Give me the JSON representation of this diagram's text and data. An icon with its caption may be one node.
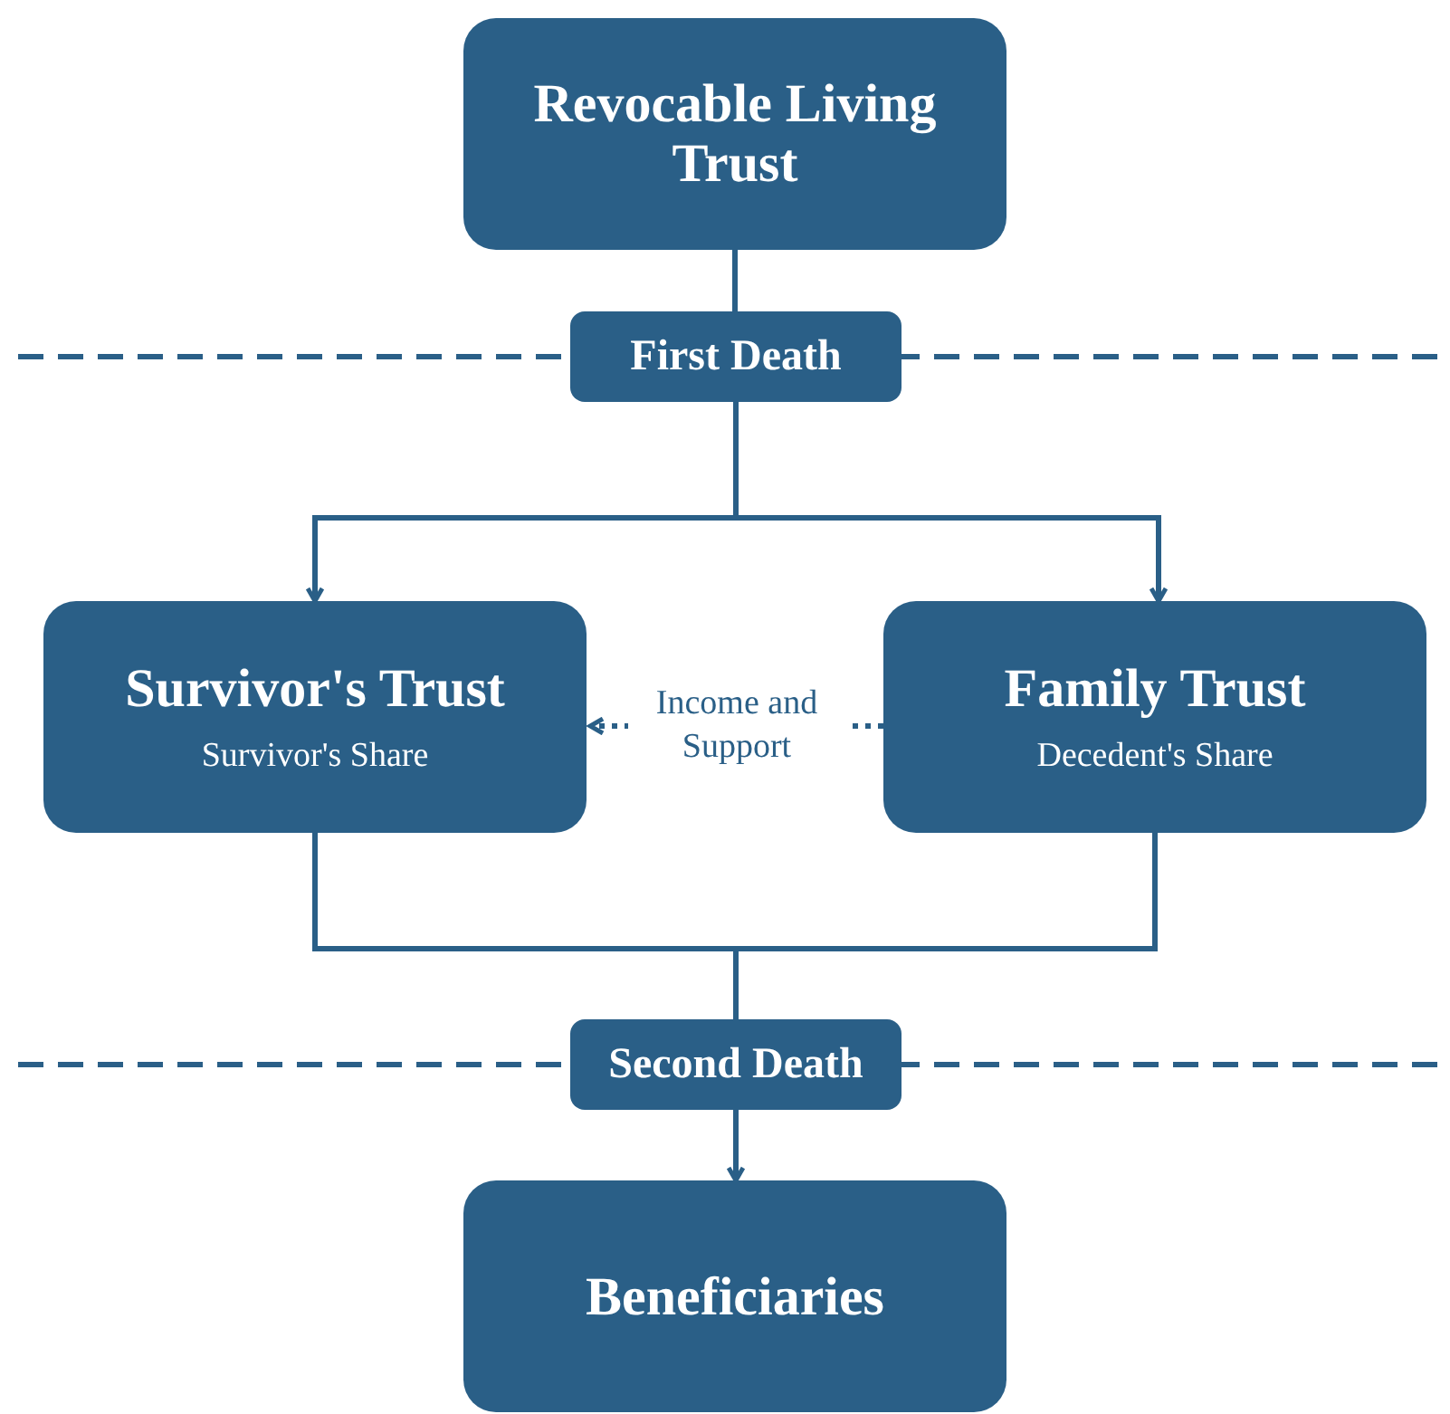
{
  "diagram": {
    "nodes": [
      {
        "text": [
          "Revocable Living Trust"
        ]
      },
      {
        "text": [
          "First Death"
        ]
      },
      {
        "text": [
          "Survivor's Trust",
          "Survivor's Share"
        ]
      },
      {
        "text": [
          "Family Trust",
          "Decedent's Share"
        ]
      },
      {
        "text": [
          "Second Death"
        ]
      },
      {
        "text": [
          "Beneficiaries"
        ]
      }
    ],
    "edges": [
      {
        "from": 0,
        "to": 1,
        "arrow": "none"
      },
      {
        "from": 1,
        "to": 2,
        "arrow": "to"
      },
      {
        "from": 1,
        "to": 3,
        "arrow": "to"
      },
      {
        "from": 2,
        "to": 4,
        "arrow": "none"
      },
      {
        "from": 3,
        "to": 4,
        "arrow": "none"
      },
      {
        "from": 4,
        "to": 5,
        "arrow": "to"
      },
      {
        "from": 3,
        "to": 2,
        "arrow": "to",
        "label": "Income and Support",
        "style": "dashed"
      }
    ]
  }
}
